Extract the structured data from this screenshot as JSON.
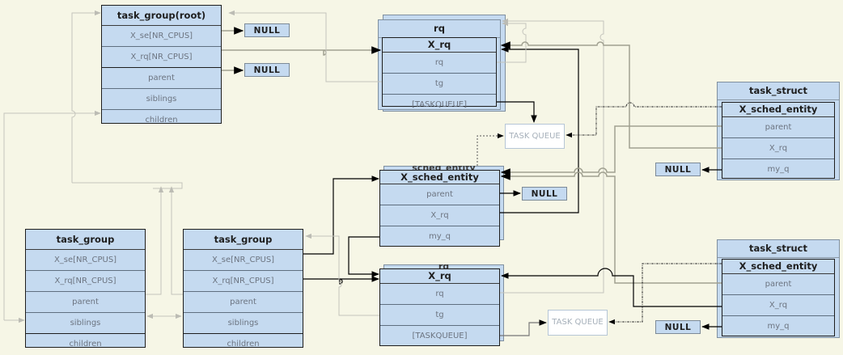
{
  "diagram": {
    "root_group": {
      "title": "task_group(root)",
      "fields": [
        "X_se[NR_CPUS]",
        "X_rq[NR_CPUS]",
        "parent",
        "siblings",
        "children"
      ]
    },
    "child_group_1": {
      "title": "task_group",
      "fields": [
        "X_se[NR_CPUS]",
        "X_rq[NR_CPUS]",
        "parent",
        "siblings",
        "children"
      ]
    },
    "child_group_2": {
      "title": "task_group",
      "fields": [
        "X_se[NR_CPUS]",
        "X_rq[NR_CPUS]",
        "parent",
        "siblings",
        "children"
      ]
    },
    "root_rq": {
      "outer_title": "rq",
      "title": "X_rq",
      "fields": [
        "rq",
        "tg",
        "[TASKQUEUE]"
      ]
    },
    "group_se": {
      "back_title": "sched_entity",
      "title": "X_sched_entity",
      "fields": [
        "parent",
        "X_rq",
        "my_q"
      ]
    },
    "group_rq": {
      "back_title": "rq",
      "title": "X_rq",
      "fields": [
        "rq",
        "tg",
        "[TASKQUEUE]"
      ]
    },
    "task_struct_1": {
      "outer_title": "task_struct",
      "title": "X_sched_entity",
      "fields": [
        "parent",
        "X_rq",
        "my_q"
      ]
    },
    "task_struct_2": {
      "outer_title": "task_struct",
      "title": "X_sched_entity",
      "fields": [
        "parent",
        "X_rq",
        "my_q"
      ]
    },
    "null_label": "NULL",
    "task_queue_label": "TASK QUEUE"
  },
  "colors": {
    "background": "#f6f6e6",
    "box_fill": "#c5daf0",
    "line_dark": "#000000",
    "line_grey": "#a0a090",
    "line_light": "#c4c4bc"
  }
}
